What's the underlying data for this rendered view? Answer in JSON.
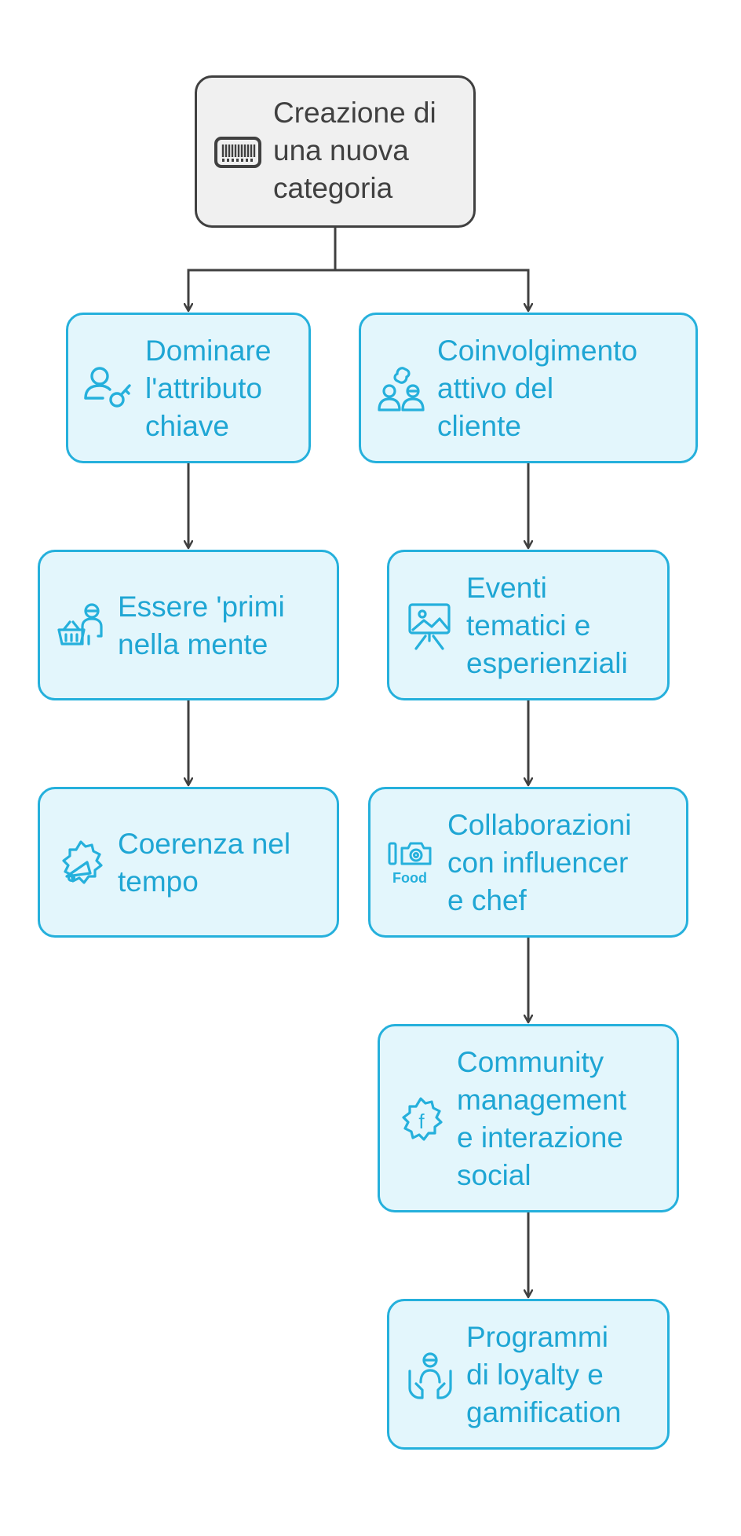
{
  "diagram": {
    "root": {
      "label": "Creazione di\nuna nuova\ncategoria",
      "icon": "barcode-icon"
    },
    "left_branch": [
      {
        "label": "Dominare\nl'attributo\nchiave",
        "icon": "user-key-icon"
      },
      {
        "label": "Essere 'primi\nnella mente",
        "icon": "shopper-basket-icon"
      },
      {
        "label": "Coerenza nel\ntempo",
        "icon": "megaphone-badge-icon"
      }
    ],
    "right_branch": [
      {
        "label": "Coinvolgimento\nattivo del\ncliente",
        "icon": "group-link-icon"
      },
      {
        "label": "Eventi\ntematici e\nesperienziali",
        "icon": "presentation-easel-icon"
      },
      {
        "label": "Collaborazioni\ncon influencer\ne chef",
        "icon": "food-camera-icon"
      },
      {
        "label": "Community\nmanagement\ne interazione\nsocial",
        "icon": "facebook-badge-icon"
      },
      {
        "label": "Programmi\ndi loyalty e\ngamification",
        "icon": "hands-person-icon"
      }
    ],
    "icon_badge_text": {
      "food": "Food",
      "f": "f"
    },
    "colors": {
      "accent": "#25b0dc",
      "accent_text": "#1fa6d4",
      "child_fill": "#e3f6fc",
      "root_fill": "#f0f0f0",
      "root_stroke": "#404040",
      "connector": "#404040"
    }
  }
}
